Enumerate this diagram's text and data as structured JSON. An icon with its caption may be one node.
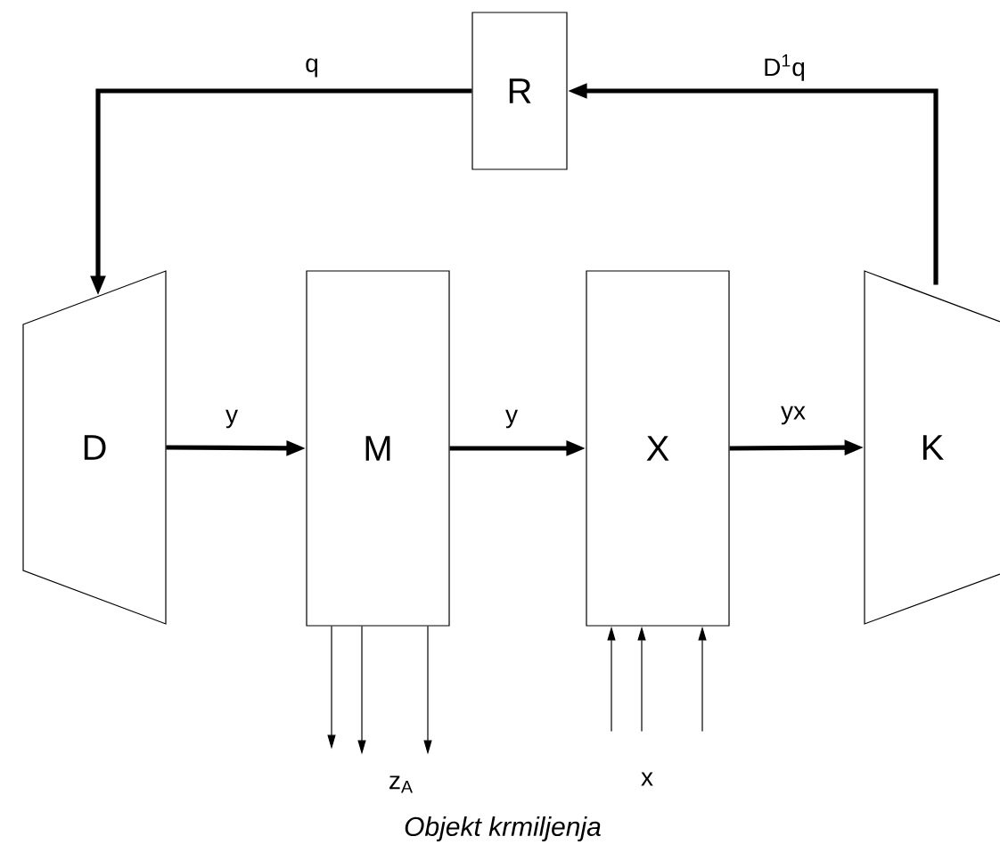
{
  "diagram": {
    "caption": "Objekt krmiljenja",
    "nodes": [
      {
        "text": [
          "R"
        ]
      },
      {
        "text": [
          "D"
        ]
      },
      {
        "text": [
          "M"
        ]
      },
      {
        "text": [
          "X"
        ]
      },
      {
        "text": [
          "K"
        ]
      }
    ],
    "edges": [
      {
        "from": 4,
        "to": 0,
        "arrow": "to",
        "label": "D$^{1}$q",
        "style": "thick"
      },
      {
        "from": 0,
        "to": 1,
        "arrow": "to",
        "label": "q",
        "style": "thick"
      },
      {
        "from": 1,
        "to": 2,
        "arrow": "to",
        "label": "y",
        "style": "thick"
      },
      {
        "from": 2,
        "to": 3,
        "arrow": "to",
        "label": "y",
        "style": "thick"
      },
      {
        "from": 3,
        "to": 4,
        "arrow": "to",
        "label": "yx",
        "style": "thick"
      },
      {
        "from": 2,
        "to": null,
        "arrow": "to"
      },
      {
        "from": 2,
        "to": null,
        "arrow": "to"
      },
      {
        "from": 2,
        "to": null,
        "arrow": "to"
      },
      {
        "from": null,
        "to": 3,
        "arrow": "to"
      },
      {
        "from": null,
        "to": 3,
        "arrow": "to"
      },
      {
        "from": null,
        "to": 3,
        "arrow": "to"
      }
    ],
    "labels": [
      "z$_{A}$",
      "x"
    ]
  }
}
